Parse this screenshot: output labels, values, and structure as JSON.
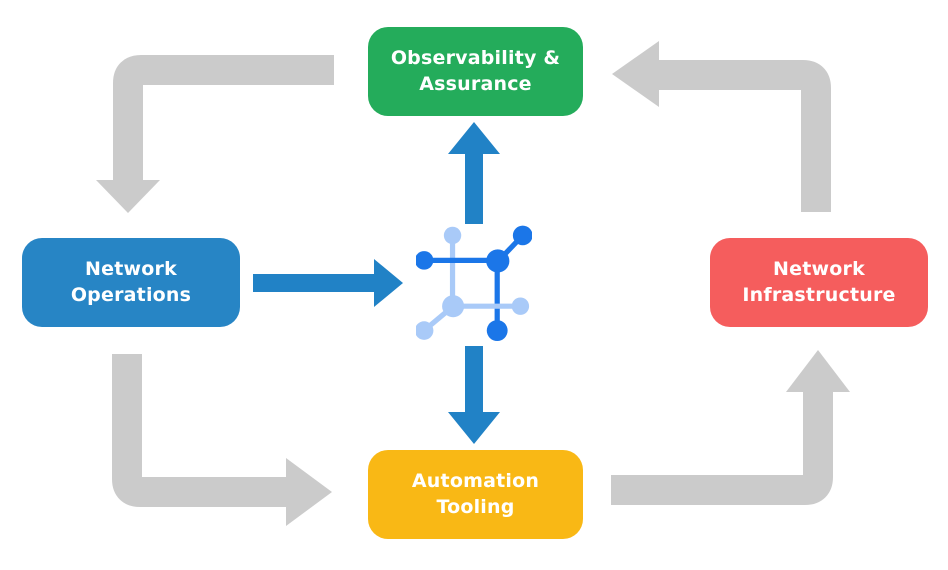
{
  "colors": {
    "node_green": "#24AC5B",
    "node_blue": "#2785C5",
    "node_red": "#F55D5D",
    "node_yellow": "#F9B815",
    "arrow_gray": "#CBCBCB",
    "arrow_blue": "#2182C6",
    "icon_dark_blue": "#1B76E8",
    "icon_light_blue": "#A9CAF8",
    "text_white": "#FFFFFF"
  },
  "nodes": {
    "observability": {
      "line1": "Observability &",
      "line2": "Assurance"
    },
    "operations": {
      "line1": "Network",
      "line2": "Operations"
    },
    "infrastructure": {
      "line1": "Network",
      "line2": "Infrastructure"
    },
    "automation": {
      "line1": "Automation",
      "line2": "Tooling"
    }
  },
  "center_icon": "network-mesh-icon"
}
